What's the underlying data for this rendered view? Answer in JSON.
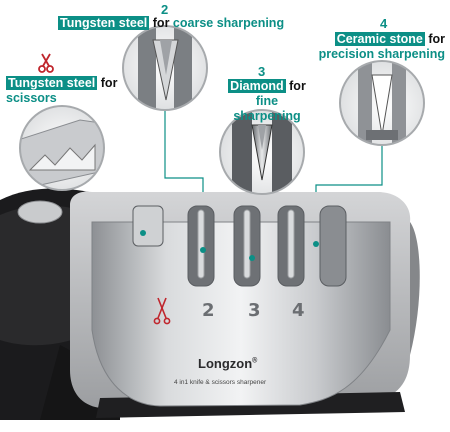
{
  "callouts": [
    {
      "number": "2",
      "highlight": "Tungsten steel",
      "connector": "for",
      "desc": "coarse sharpening"
    },
    {
      "number": "",
      "highlight": "Tungsten steel",
      "connector": "for",
      "desc": "scissors"
    },
    {
      "number": "3",
      "highlight": "Diamond",
      "connector": "for",
      "desc": "fine sharpening"
    },
    {
      "number": "4",
      "highlight": "Ceramic stone",
      "connector": "for",
      "desc": "precision sharpening"
    }
  ],
  "slot_numbers": [
    "2",
    "3",
    "4"
  ],
  "brand": "Longzon",
  "brand_mark": "®",
  "tagline": "4 in1 knife & scissors sharpener",
  "colors": {
    "accent": "#0c8f86",
    "scissor_icon": "#c0262d"
  }
}
